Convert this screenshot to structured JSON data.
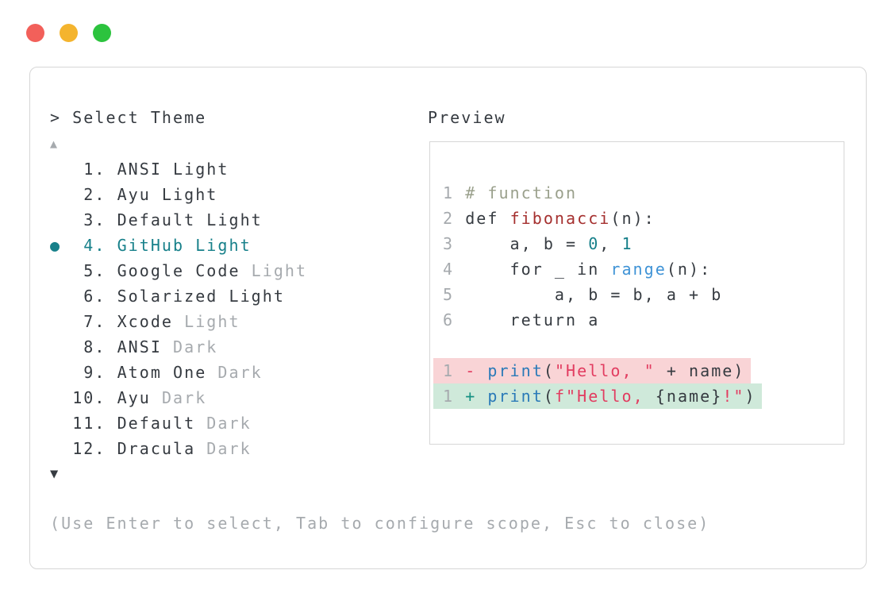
{
  "colors": {
    "accent_teal": "#17808a",
    "text": "#363b41",
    "muted": "#a6aaae",
    "comment": "#9aa08c",
    "function_red": "#a5302f",
    "call_blue": "#2a7ab8",
    "builtin_blue": "#3f93d6",
    "string_pink": "#e23c60",
    "diff_plus": "#179183",
    "number_teal": "#17808a",
    "diff_removed_bg": "#f9d4d6",
    "diff_added_bg": "#cfe9da",
    "window_border": "#d6d6d6"
  },
  "window_controls": [
    {
      "name": "close-button",
      "color": "#f2605a"
    },
    {
      "name": "minimize-button",
      "color": "#f4b42e"
    },
    {
      "name": "zoom-button",
      "color": "#2cc33e"
    }
  ],
  "prompt": "> Select Theme",
  "preview_label": "Preview",
  "scroll_up": "▲",
  "scroll_down": "▼",
  "selected_bullet": "●",
  "themes": [
    {
      "number": "1",
      "selected": false,
      "segments": [
        {
          "text": "ANSI Light",
          "style": "text"
        }
      ]
    },
    {
      "number": "2",
      "selected": false,
      "segments": [
        {
          "text": "Ayu Light",
          "style": "text"
        }
      ]
    },
    {
      "number": "3",
      "selected": false,
      "segments": [
        {
          "text": "Default Light",
          "style": "text"
        }
      ]
    },
    {
      "number": "4",
      "selected": true,
      "segments": [
        {
          "text": "GitHub Light",
          "style": "accent"
        }
      ]
    },
    {
      "number": "5",
      "selected": false,
      "segments": [
        {
          "text": "Google Code ",
          "style": "text"
        },
        {
          "text": "Light",
          "style": "muted"
        }
      ]
    },
    {
      "number": "6",
      "selected": false,
      "segments": [
        {
          "text": "Solarized Light",
          "style": "text"
        }
      ]
    },
    {
      "number": "7",
      "selected": false,
      "segments": [
        {
          "text": "Xcode ",
          "style": "text"
        },
        {
          "text": "Light",
          "style": "muted"
        }
      ]
    },
    {
      "number": "8",
      "selected": false,
      "segments": [
        {
          "text": "ANSI ",
          "style": "text"
        },
        {
          "text": "Dark",
          "style": "muted"
        }
      ]
    },
    {
      "number": "9",
      "selected": false,
      "segments": [
        {
          "text": "Atom One ",
          "style": "text"
        },
        {
          "text": "Dark",
          "style": "muted"
        }
      ]
    },
    {
      "number": "10",
      "selected": false,
      "segments": [
        {
          "text": "Ayu ",
          "style": "text"
        },
        {
          "text": "Dark",
          "style": "muted"
        }
      ]
    },
    {
      "number": "11",
      "selected": false,
      "segments": [
        {
          "text": "Default ",
          "style": "text"
        },
        {
          "text": "Dark",
          "style": "muted"
        }
      ]
    },
    {
      "number": "12",
      "selected": false,
      "segments": [
        {
          "text": "Dracula ",
          "style": "text"
        },
        {
          "text": "Dark",
          "style": "muted"
        }
      ]
    }
  ],
  "preview_code": [
    {
      "line_number": "1",
      "diff": null,
      "segments": [
        {
          "text": "# function",
          "style": "comment"
        }
      ]
    },
    {
      "line_number": "2",
      "diff": null,
      "segments": [
        {
          "text": "def ",
          "style": "text"
        },
        {
          "text": "fibonacci",
          "style": "function"
        },
        {
          "text": "(n):",
          "style": "text"
        }
      ]
    },
    {
      "line_number": "3",
      "diff": null,
      "segments": [
        {
          "text": "    a, b = ",
          "style": "text"
        },
        {
          "text": "0",
          "style": "number"
        },
        {
          "text": ", ",
          "style": "text"
        },
        {
          "text": "1",
          "style": "number"
        }
      ]
    },
    {
      "line_number": "4",
      "diff": null,
      "segments": [
        {
          "text": "    for _ in ",
          "style": "text"
        },
        {
          "text": "range",
          "style": "builtin"
        },
        {
          "text": "(n):",
          "style": "text"
        }
      ]
    },
    {
      "line_number": "5",
      "diff": null,
      "segments": [
        {
          "text": "        a, b = b, a + b",
          "style": "text"
        }
      ]
    },
    {
      "line_number": "6",
      "diff": null,
      "segments": [
        {
          "text": "    return a",
          "style": "text"
        }
      ]
    },
    {
      "line_number": "",
      "diff": null,
      "segments": []
    },
    {
      "line_number": "1",
      "diff": "removed",
      "segments": [
        {
          "text": "-",
          "style": "string"
        },
        {
          "text": " ",
          "style": "text"
        },
        {
          "text": "print",
          "style": "call"
        },
        {
          "text": "(",
          "style": "text"
        },
        {
          "text": "\"Hello, \"",
          "style": "string"
        },
        {
          "text": " + name)",
          "style": "text"
        }
      ]
    },
    {
      "line_number": "1",
      "diff": "added",
      "segments": [
        {
          "text": "+",
          "style": "plus"
        },
        {
          "text": " ",
          "style": "text"
        },
        {
          "text": "print",
          "style": "call"
        },
        {
          "text": "(",
          "style": "text"
        },
        {
          "text": "f\"Hello, ",
          "style": "string"
        },
        {
          "text": "{name}",
          "style": "text"
        },
        {
          "text": "!\"",
          "style": "string"
        },
        {
          "text": ")",
          "style": "text"
        }
      ]
    }
  ],
  "help_text": "(Use Enter to select, Tab to configure scope, Esc to close)"
}
